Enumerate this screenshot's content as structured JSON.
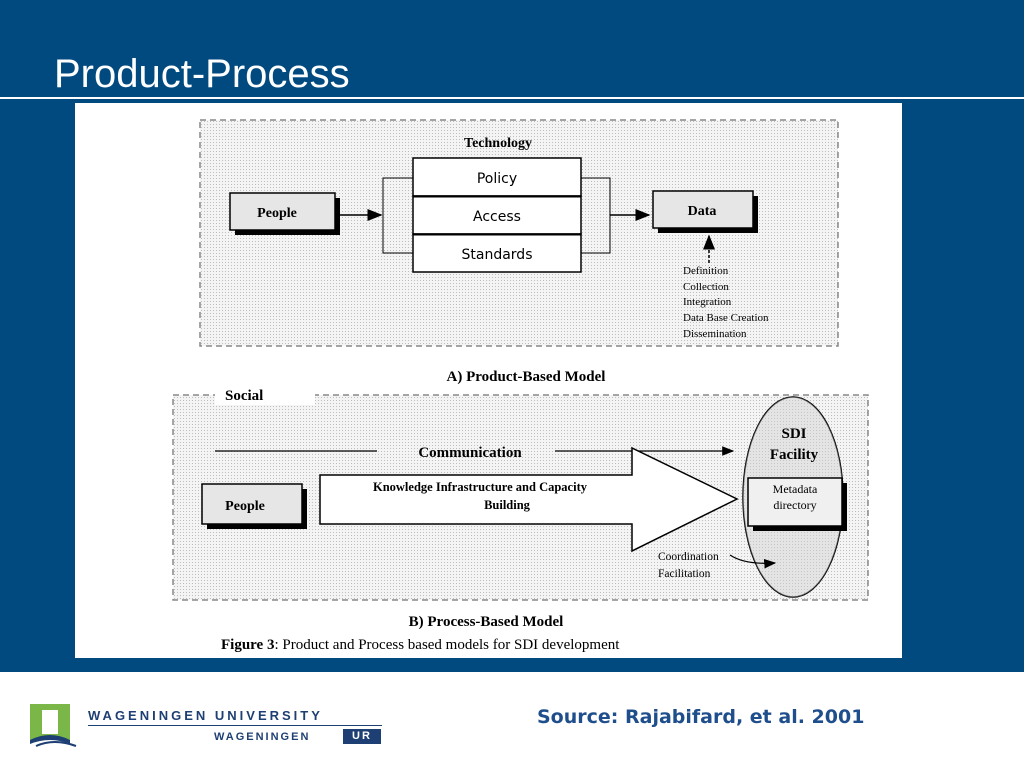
{
  "slide": {
    "title": "Product-Process",
    "source": "Source: Rajabifard, et al. 2001"
  },
  "figure": {
    "product_model": {
      "group_label": "Technology",
      "people_label": "People",
      "technology_items": [
        "Policy",
        "Access",
        "Standards"
      ],
      "data_label": "Data",
      "data_activities": [
        "Definition",
        "Collection",
        "Integration",
        "Data Base Creation",
        "Dissemination"
      ],
      "caption": "A) Product-Based Model"
    },
    "process_model": {
      "group_label": "Social",
      "communication_label": "Communication",
      "people_label": "People",
      "arrow_label_line1": "Knowledge Infrastructure and Capacity",
      "arrow_label_line2": "Building",
      "sdi_line1": "SDI",
      "sdi_line2": "Facility",
      "metadata_line1": "Metadata",
      "metadata_line2": "directory",
      "coordination_line1": "Coordination",
      "coordination_line2": "Facilitation",
      "caption": "B) Process-Based Model"
    },
    "figure_caption_bold": "Figure 3",
    "figure_caption_rest": ": Product and Process based models for SDI development"
  },
  "footer": {
    "logo_line1": "WAGENINGEN UNIVERSITY",
    "logo_line2": "WAGENINGEN",
    "logo_badge": "UR"
  },
  "colors": {
    "slide_background": "#004a80",
    "title_text": "#ffffff",
    "source_text": "#1f4e8c",
    "logo_green": "#7ab648",
    "logo_navy": "#1e3f73"
  },
  "icons": {
    "logo": "wageningen-logo-icon"
  }
}
